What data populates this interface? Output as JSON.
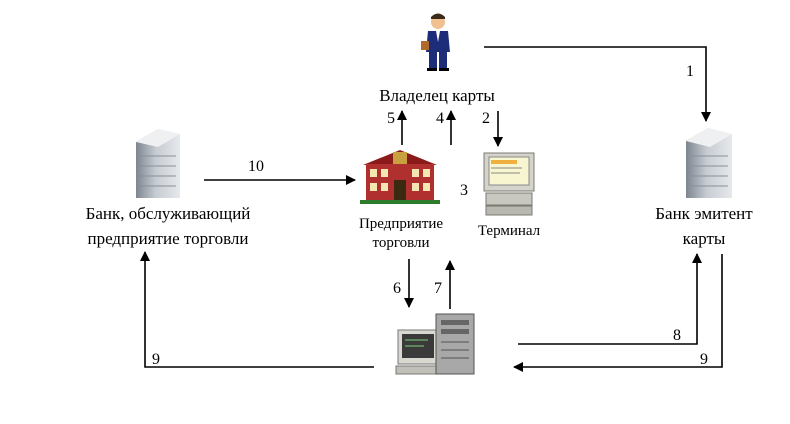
{
  "nodes": {
    "cardholder": {
      "label": "Владелец карты",
      "icon": "businessman-icon"
    },
    "merchant_bank": {
      "label_line1": "Банк, обслуживающий",
      "label_line2": "предприятие торговли",
      "icon": "office-building-icon"
    },
    "merchant": {
      "label_line1": "Предприятие",
      "label_line2": "торговли",
      "icon": "shop-building-icon"
    },
    "terminal": {
      "label": "Терминал",
      "icon": "computer-terminal-icon"
    },
    "issuer_bank": {
      "label_line1": "Банк эмитент",
      "label_line2": "карты",
      "icon": "office-building-icon"
    },
    "processing": {
      "icon": "server-computer-icon"
    }
  },
  "arrows": {
    "a1": "1",
    "a2": "2",
    "a3": "3",
    "a4": "4",
    "a5": "5",
    "a6": "6",
    "a7": "7",
    "a8": "8",
    "a9_right": "9",
    "a9_left": "9",
    "a10": "10"
  }
}
